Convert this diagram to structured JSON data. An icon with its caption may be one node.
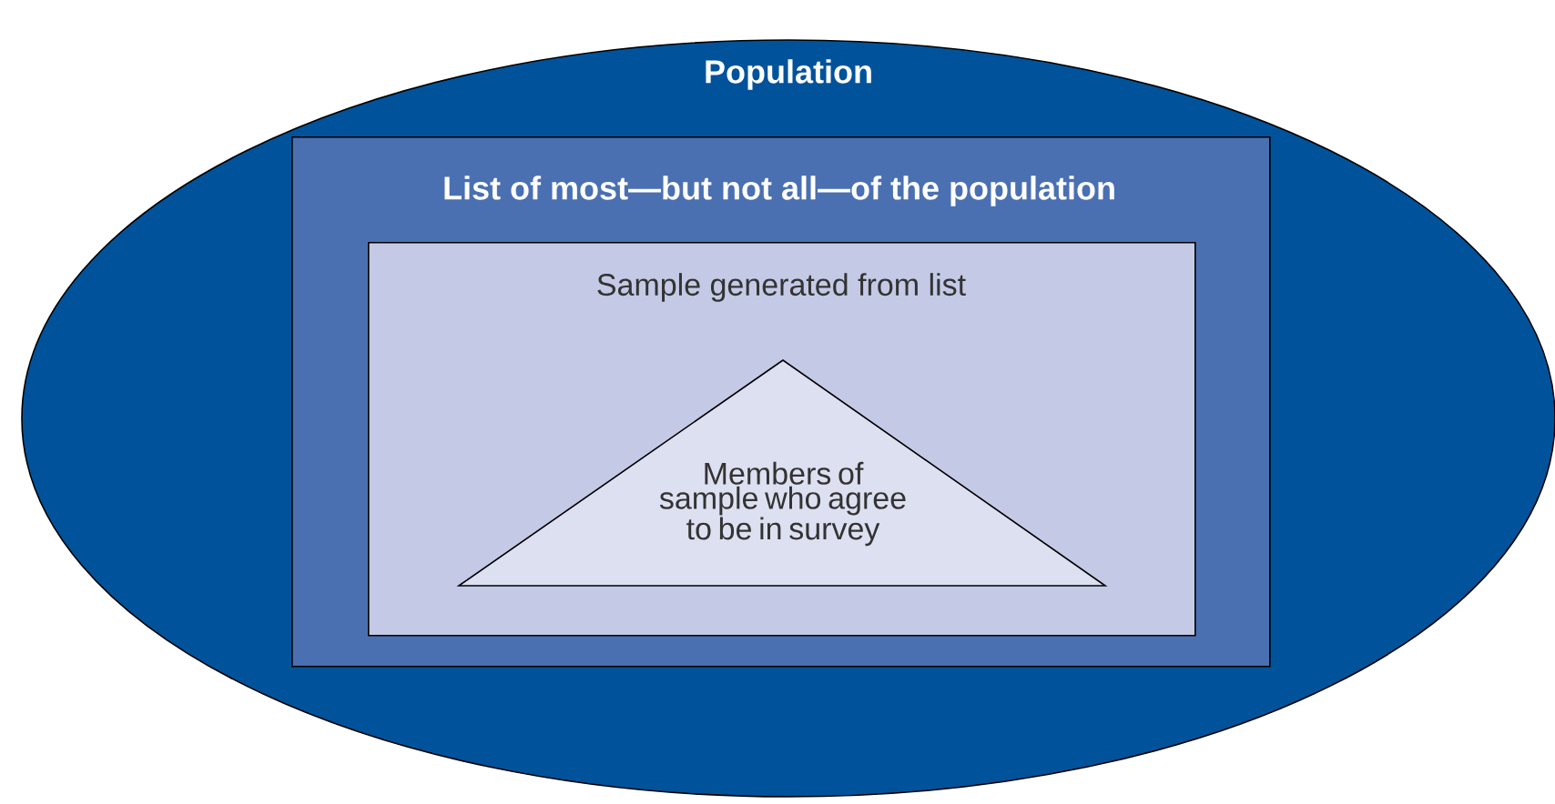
{
  "diagram": {
    "nodes": [
      {
        "text": [
          "Population"
        ]
      },
      {
        "text": [
          "List of most—but not all—of the population"
        ],
        "in": 0
      },
      {
        "text": [
          "Sample generated from list"
        ],
        "in": 1
      },
      {
        "text": [
          "Members of sample who agree to be in survey"
        ],
        "in": 2
      }
    ]
  }
}
